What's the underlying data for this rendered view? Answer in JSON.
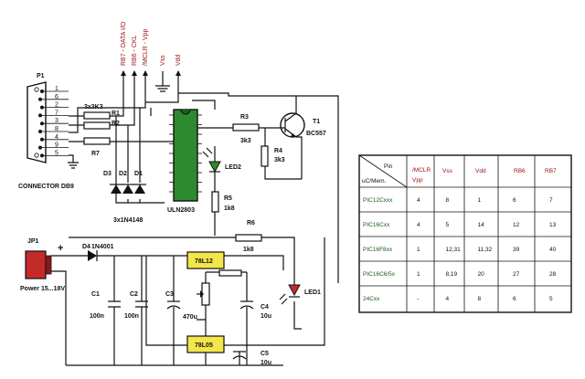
{
  "signals": {
    "rb7": "RB7 - DATA I/O",
    "rb6": "RB6 - CKL",
    "mclr": "/MCLR - Vpp",
    "vss": "Vss",
    "vdd": "Vdd"
  },
  "connector": {
    "ref": "P1",
    "name": "CONNECTOR DB9",
    "pins": [
      "1",
      "6",
      "2",
      "7",
      "3",
      "8",
      "4",
      "9",
      "5"
    ]
  },
  "parts": {
    "r1": "R1",
    "r2": "R2",
    "r1_value": "3x3K3",
    "r7": "R7",
    "d1": "D1",
    "d2": "D2",
    "d3": "D3",
    "diodes_value": "3x1N4148",
    "uln": "ULN2803",
    "r3": "R3",
    "r3_value": "3k3",
    "t1": "T1",
    "t1_value": "BC557",
    "r4": "R4",
    "r4_value": "3k3",
    "led2": "LED2",
    "r5": "R5",
    "r5_value": "1k8",
    "r6": "R6",
    "r6_value": "1k8",
    "jp1": "JP1",
    "power": "Power 15...18V",
    "plus": "+",
    "d4": "D4",
    "d4_value": "1N4001",
    "reg1": "78L12",
    "reg2": "78L05",
    "c1": "C1",
    "c1_value": "100n",
    "c2": "C2",
    "c2_value": "100n",
    "c3": "C3",
    "c3_value": "470u",
    "c4": "C4",
    "c4_value": "10u",
    "c5": "C5",
    "c5_value": "10u",
    "led1": "LED1"
  },
  "table": {
    "pin_label": "Pin",
    "device_label": "uC/Mem.",
    "col_mclr_1": "/MCLR",
    "col_mclr_2": "Vpp",
    "col_vss": "Vss",
    "col_vdd": "Vdd",
    "col_rb6": "RB6",
    "col_rb7": "RB7",
    "rows": [
      {
        "device": "PIC12Cxxx",
        "mclr": "4",
        "vss": "8",
        "vdd": "1",
        "rb6": "6",
        "rb7": "7"
      },
      {
        "device": "PIC16Cxx",
        "mclr": "4",
        "vss": "5",
        "vdd": "14",
        "rb6": "12",
        "rb7": "13"
      },
      {
        "device": "PIC16F8xx",
        "mclr": "1",
        "vss": "12,31",
        "vdd": "11,32",
        "rb6": "39",
        "rb7": "40"
      },
      {
        "device": "PIC16C6/5x",
        "mclr": "1",
        "vss": "8,19",
        "vdd": "20",
        "rb6": "27",
        "rb7": "28"
      },
      {
        "device": "24Cxx",
        "mclr": "-",
        "vss": "4",
        "vdd": "8",
        "rb6": "6",
        "rb7": "5"
      }
    ]
  },
  "colors": {
    "signal_text": "#a01010",
    "device_text": "#1a5a1a",
    "regulator_fill": "#f2e64a",
    "ic_fill": "#2e8a2e",
    "jumper_fill": "#c42a2a",
    "led_fill": "#c42a2a"
  }
}
